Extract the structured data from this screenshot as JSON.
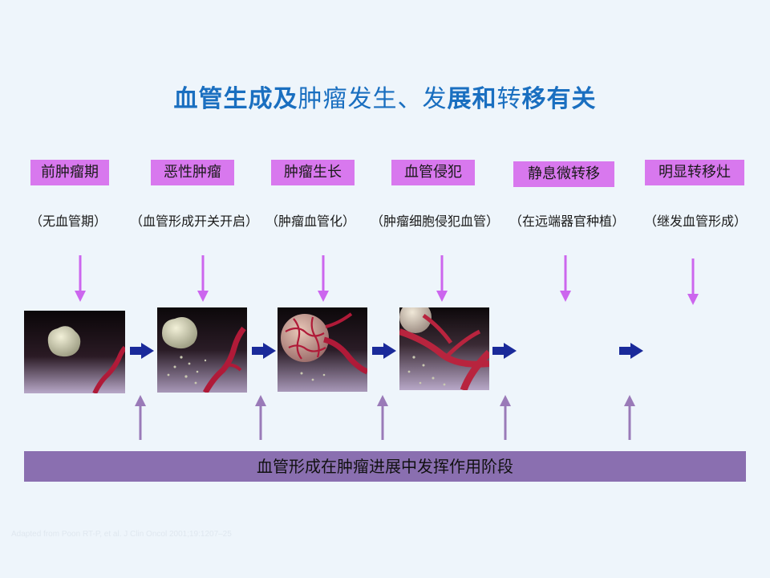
{
  "title": {
    "seg1": "血管生成及",
    "seg2": "肿瘤",
    "seg3": "发生、发",
    "seg4": "展和",
    "seg5": "转",
    "seg6": "移有关"
  },
  "stages": [
    {
      "label": "前肿瘤期",
      "sub": "（无血管期）"
    },
    {
      "label": "恶性肿瘤",
      "sub": "（血管形成开关开启）"
    },
    {
      "label": "肿瘤生长",
      "sub": "（肿瘤血管化）"
    },
    {
      "label": "血管侵犯",
      "sub": "（肿瘤细胞侵犯血管）"
    },
    {
      "label": "静息微转移",
      "sub": "（在远端器官种植）"
    },
    {
      "label": "明显转移灶",
      "sub": "（继发血管形成）"
    }
  ],
  "banner": "血管形成在肿瘤进展中发挥作用阶段",
  "credit": "Adapted from Poon RT-P, et al. J Clin Oncol 2001;19:1207–25",
  "colors": {
    "title": "#1a6fc0",
    "stage_box": "#d878ee",
    "down_arrow": "#cc66ee",
    "up_arrow": "#9a7ab8",
    "flow_arrow": "#1a2a9a",
    "banner": "#8a6fb0",
    "background": "#eef5fb"
  }
}
